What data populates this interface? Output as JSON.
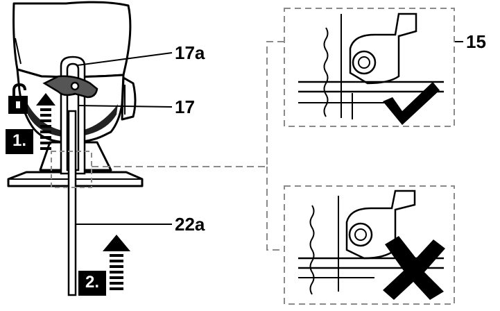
{
  "callouts": {
    "label_17a": "17a",
    "label_17": "17",
    "label_22a": "22a",
    "label_15": "15"
  },
  "steps": {
    "step1": "1.",
    "step2": "2."
  },
  "icons": {
    "unlock": "unlocked-padlock-icon",
    "arrow": "upward-striped-arrow-icon",
    "correct": "check-mark-icon",
    "wrong": "cross-mark-icon"
  },
  "colors": {
    "line": "#000000",
    "dashed_frame": "#8a8a8a",
    "tool_body": "#ffffff",
    "lever": "#555555"
  }
}
